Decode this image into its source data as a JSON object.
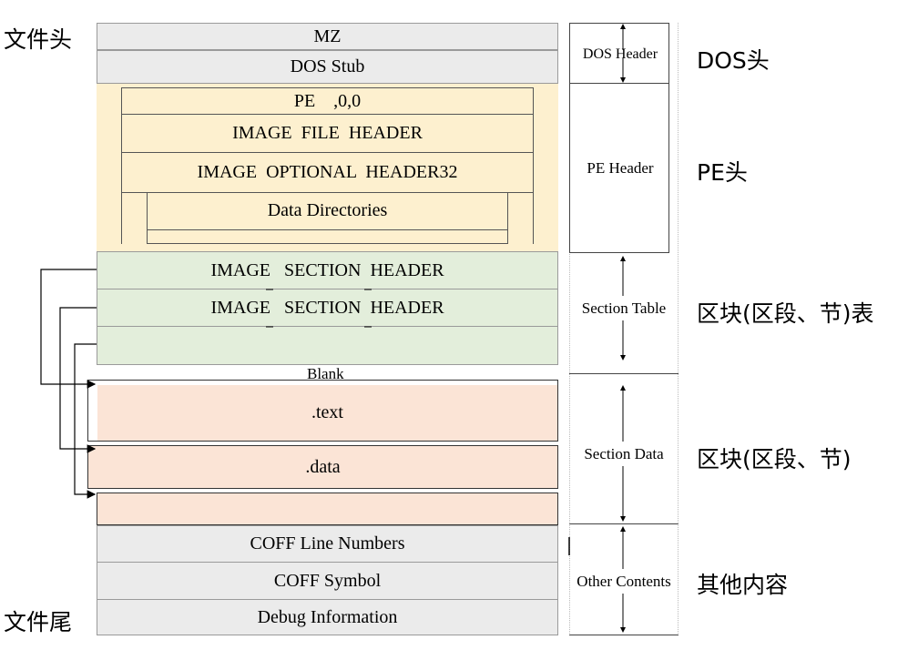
{
  "left_labels": {
    "file_head": "文件头",
    "file_tail": "文件尾"
  },
  "blocks": {
    "mz": "MZ",
    "dos_stub": "DOS Stub",
    "pe_sig": "PE    ,0,0",
    "file_header": "IMAGE  FILE  HEADER",
    "optional_header": "IMAGE  OPTIONAL  HEADER32",
    "data_directories": "Data Directories",
    "section_header_1": "IMAGE   SECTION  HEADER",
    "section_header_2": "IMAGE   SECTION  HEADER",
    "blank": "Blank",
    "text": ".text",
    "data": ".data",
    "coff_line_numbers": "COFF Line Numbers",
    "coff_symbol": "COFF Symbol",
    "debug_information": "Debug Information"
  },
  "regions": {
    "dos_header": "DOS Header",
    "pe_header": "PE Header",
    "section_table": "Section Table",
    "section_data": "Section Data",
    "other_contents": "Other Contents"
  },
  "right_labels": {
    "dos": "DOS头",
    "pe": "PE头",
    "section_table": "区块(区段、节)表",
    "section_data": "区块(区段、节)",
    "other": "其他内容"
  },
  "colors": {
    "gray": "#ebebeb",
    "yellow": "#fdf0cf",
    "green": "#e3eedb",
    "salmon": "#fbe4d6"
  }
}
